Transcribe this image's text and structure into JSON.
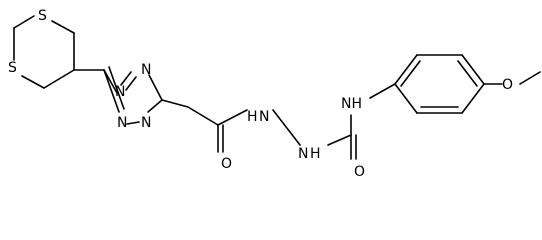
{
  "diagram": {
    "type": "chemical-structure",
    "line_color": "#000000",
    "background": "#ffffff",
    "atom_labels": {
      "s_top": "S",
      "s_left": "S",
      "n_1": "N",
      "n_2": "N",
      "n_3": "N",
      "n_4": "N",
      "n_amide": "N",
      "h_amide": "H",
      "n_hydrazide": "N",
      "h_hydrazide": "H",
      "nh_urea": "NH",
      "o_carbonyl_1": "O",
      "o_carbonyl_2": "O",
      "o_methoxy": "O"
    }
  }
}
